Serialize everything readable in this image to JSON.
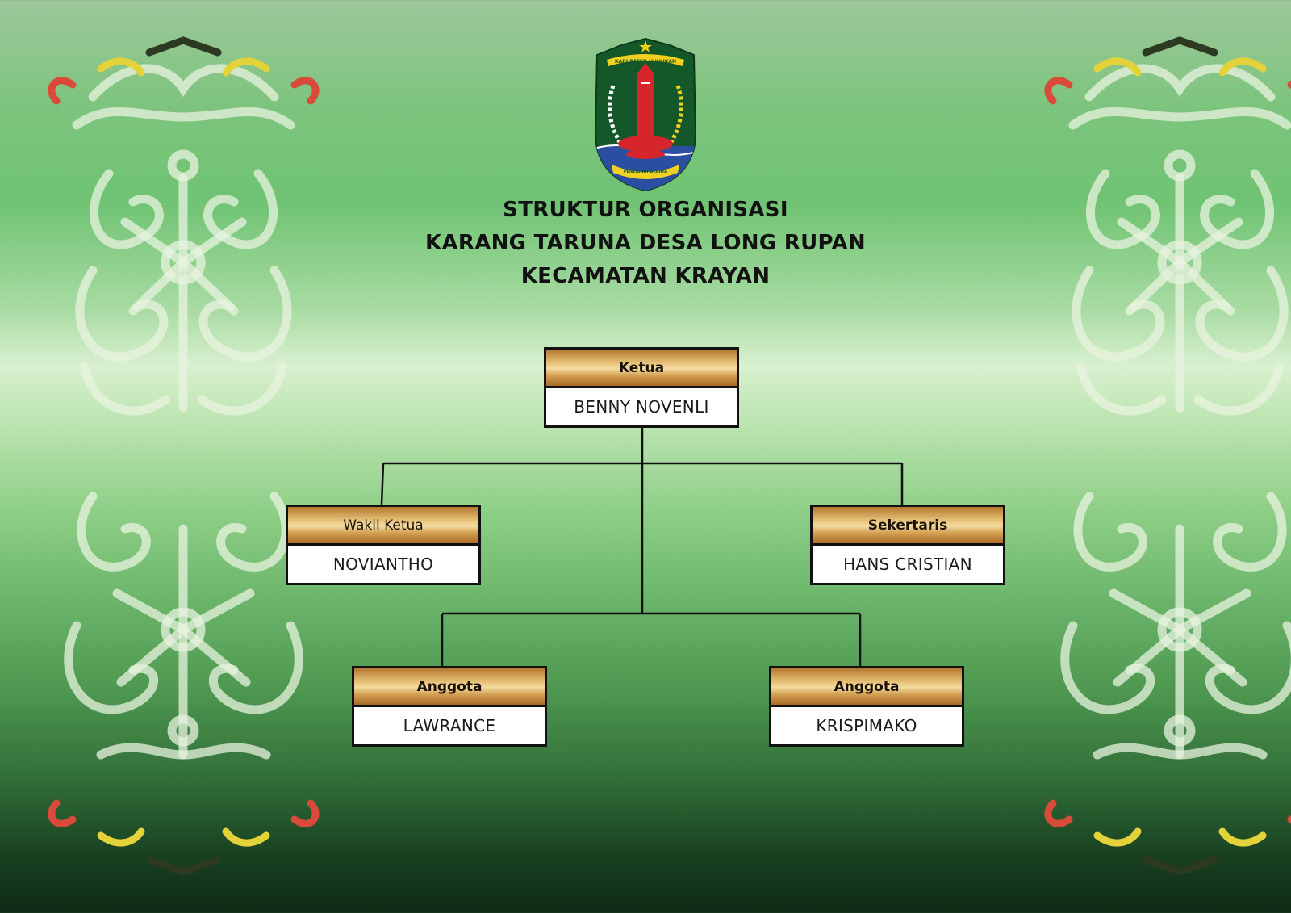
{
  "title": {
    "line1": "STRUKTUR ORGANISASI",
    "line2": "KARANG TARUNA DESA LONG RUPAN",
    "line3": "KECAMATAN KRAYAN"
  },
  "emblem": {
    "top_text": "KABUPATEN NUNUKAN",
    "bottom_text": "PENEKINDI DEBAYA",
    "colors": {
      "shield": "#14582a",
      "tower": "#d6252b",
      "water": "#2a4fa0",
      "gold": "#f0d020"
    }
  },
  "org_chart": {
    "ketua": {
      "role": "Ketua",
      "name": "BENNY NOVENLI"
    },
    "wakil_ketua": {
      "role": "Wakil Ketua",
      "name": "NOVIANTHO"
    },
    "sekertaris": {
      "role": "Sekertaris",
      "name": "HANS CRISTIAN"
    },
    "anggota_1": {
      "role": "Anggota",
      "name": "LAWRANCE"
    },
    "anggota_2": {
      "role": "Anggota",
      "name": "KRISPIMAKO"
    }
  },
  "style": {
    "role_header_gradient": [
      "#b3782f",
      "#f3dca3",
      "#a86b26"
    ],
    "ornament_color": "#e8f3df",
    "ornament_accent_colors": [
      "#d94a3a",
      "#e4d23a",
      "#2b3a20"
    ]
  }
}
